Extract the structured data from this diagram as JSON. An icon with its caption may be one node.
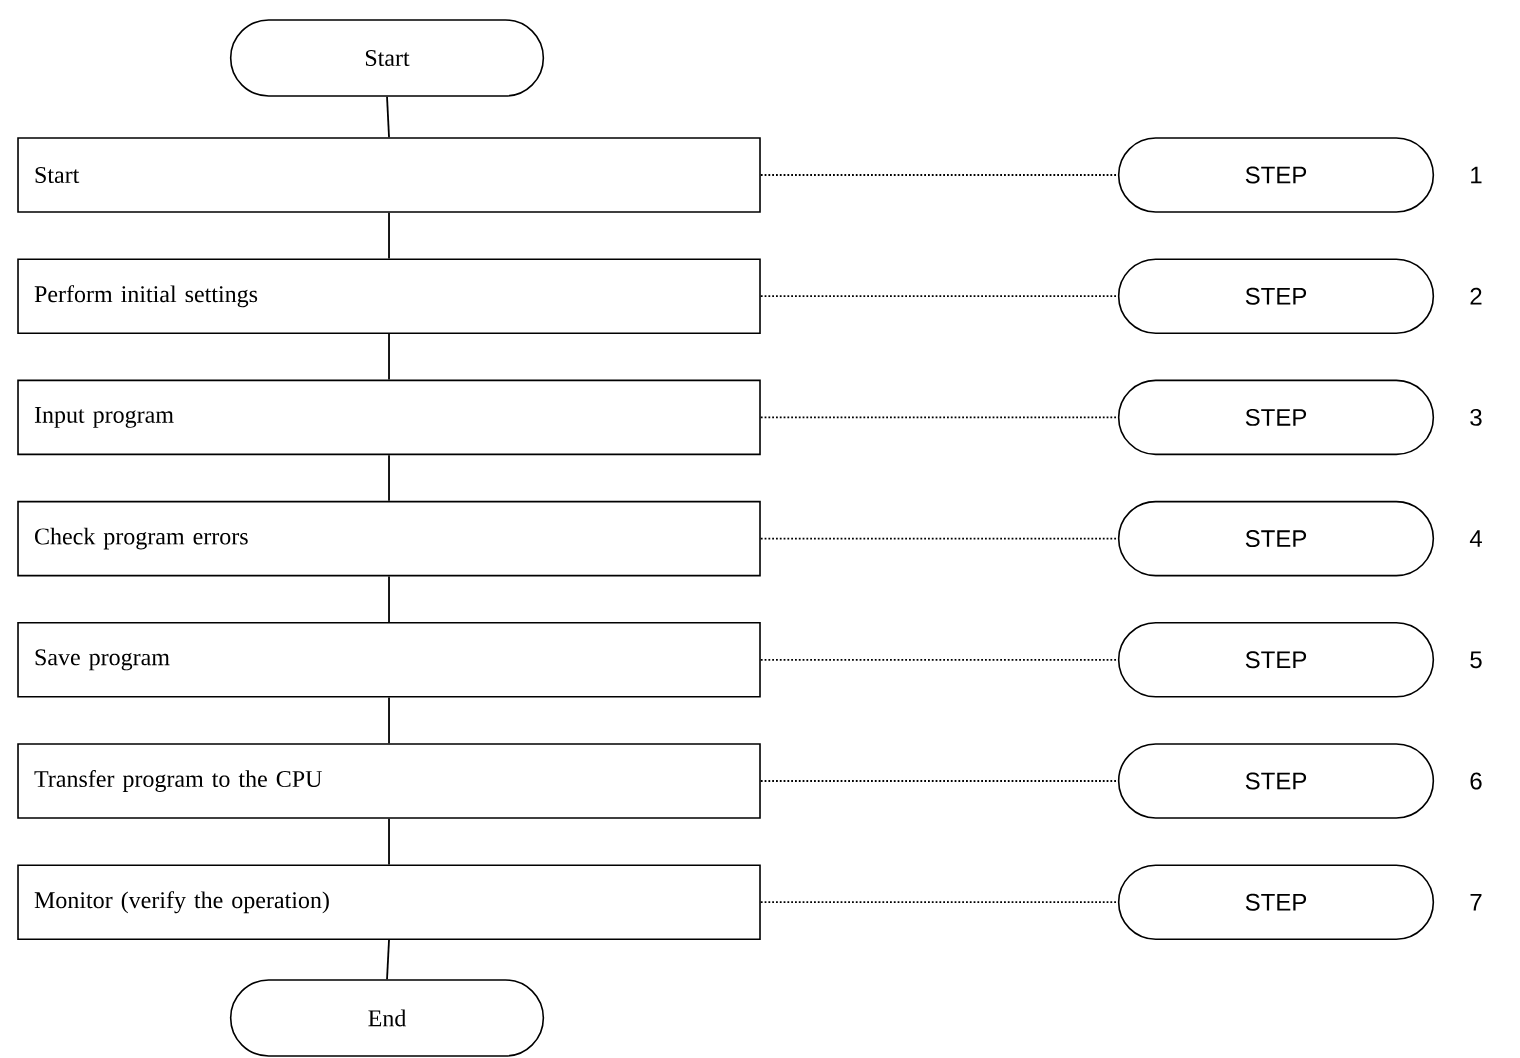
{
  "diagram": {
    "nodes": [
      {
        "text": [
          "Start"
        ]
      },
      {
        "text": [
          "Start"
        ]
      },
      {
        "text": [
          "Perform initial settings"
        ]
      },
      {
        "text": [
          "Input program"
        ]
      },
      {
        "text": [
          "Check program errors"
        ]
      },
      {
        "text": [
          "Save program"
        ]
      },
      {
        "text": [
          "Transfer program to the CPU"
        ]
      },
      {
        "text": [
          "Monitor (verify the operation)"
        ]
      },
      {
        "text": [
          "End"
        ]
      },
      {
        "text": [
          "STEP"
        ],
        "beside": [
          "1"
        ]
      },
      {
        "text": [
          "STEP"
        ],
        "beside": [
          "2"
        ]
      },
      {
        "text": [
          "STEP"
        ],
        "beside": [
          "3"
        ]
      },
      {
        "text": [
          "STEP"
        ],
        "beside": [
          "4"
        ]
      },
      {
        "text": [
          "STEP"
        ],
        "beside": [
          "5"
        ]
      },
      {
        "text": [
          "STEP"
        ],
        "beside": [
          "6"
        ]
      },
      {
        "text": [
          "STEP"
        ],
        "beside": [
          "7"
        ]
      }
    ],
    "edges": [
      {
        "from": 0,
        "to": 1,
        "arrow": "none"
      },
      {
        "from": 1,
        "to": 2,
        "arrow": "none"
      },
      {
        "from": 2,
        "to": 3,
        "arrow": "none"
      },
      {
        "from": 3,
        "to": 4,
        "arrow": "none"
      },
      {
        "from": 4,
        "to": 5,
        "arrow": "none"
      },
      {
        "from": 5,
        "to": 6,
        "arrow": "none"
      },
      {
        "from": 6,
        "to": 7,
        "arrow": "none"
      },
      {
        "from": 7,
        "to": 8,
        "arrow": "none"
      },
      {
        "from": 1,
        "to": 9,
        "arrow": "none",
        "style": "dashed"
      },
      {
        "from": 2,
        "to": 10,
        "arrow": "none",
        "style": "dashed"
      },
      {
        "from": 3,
        "to": 11,
        "arrow": "none",
        "style": "dashed"
      },
      {
        "from": 4,
        "to": 12,
        "arrow": "none",
        "style": "dashed"
      },
      {
        "from": 5,
        "to": 13,
        "arrow": "none",
        "style": "dashed"
      },
      {
        "from": 6,
        "to": 14,
        "arrow": "none",
        "style": "dashed"
      },
      {
        "from": 7,
        "to": 15,
        "arrow": "none",
        "style": "dashed"
      }
    ]
  }
}
